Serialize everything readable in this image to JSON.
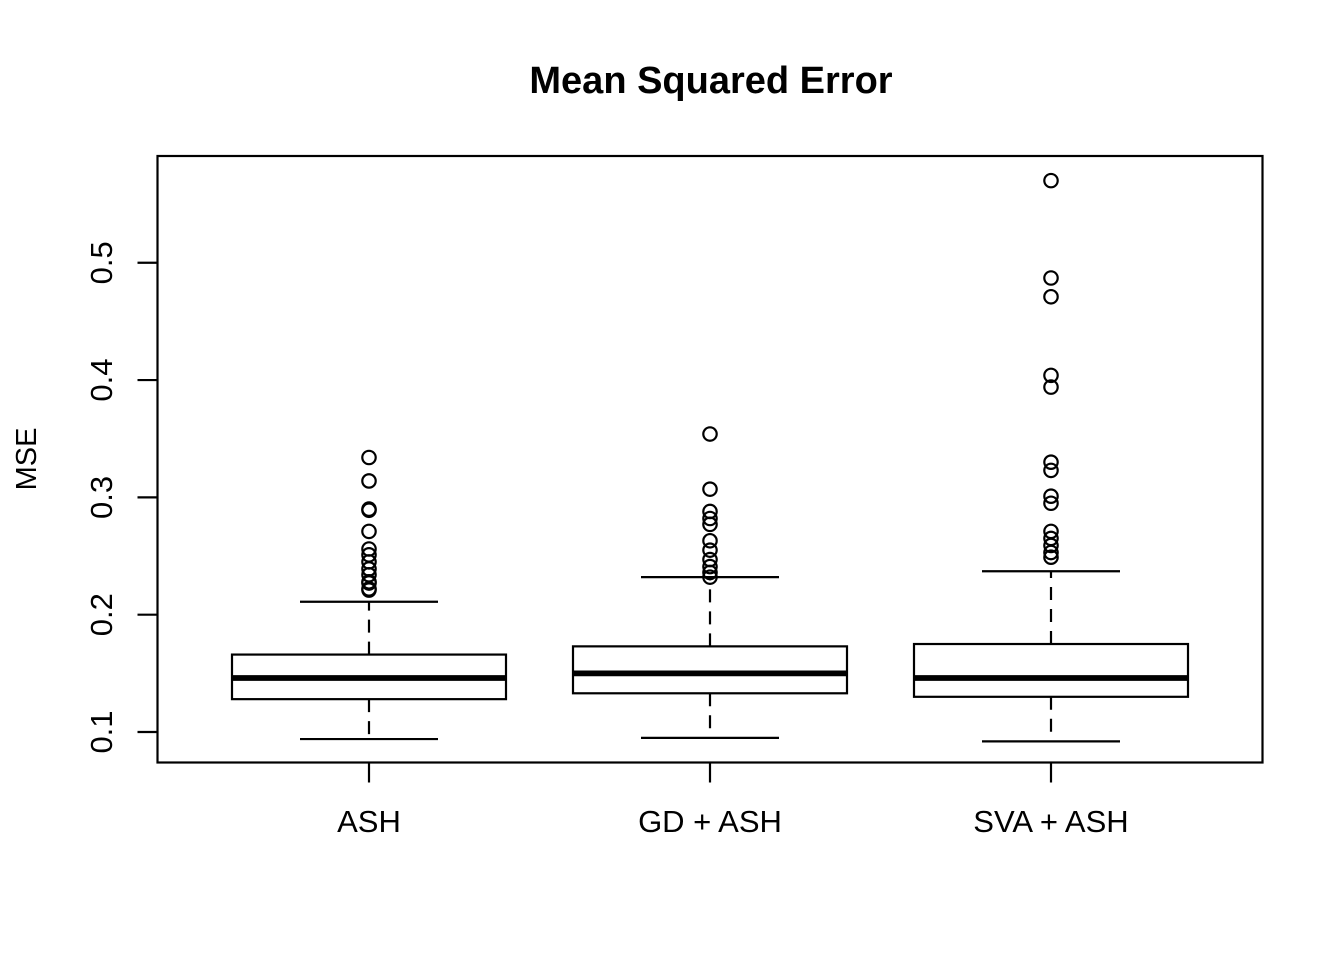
{
  "chart_data": {
    "type": "boxplot",
    "title": "Mean Squared Error",
    "ylabel": "MSE",
    "xlabel": "",
    "categories": [
      "ASH",
      "GD + ASH",
      "SVA + ASH"
    ],
    "yticks": [
      {
        "label": "0.1",
        "value": 0.1
      },
      {
        "label": "0.2",
        "value": 0.2
      },
      {
        "label": "0.3",
        "value": 0.3
      },
      {
        "label": "0.4",
        "value": 0.4
      },
      {
        "label": "0.5",
        "value": 0.5
      }
    ],
    "ylim": [
      0.074,
      0.591
    ],
    "grid": false,
    "legend": null,
    "colors": {
      "stroke": "#000000",
      "background": "#ffffff"
    },
    "series": [
      {
        "name": "ASH",
        "whisker_low": 0.094,
        "q1": 0.128,
        "median": 0.146,
        "q3": 0.166,
        "whisker_high": 0.211,
        "outliers": [
          0.334,
          0.314,
          0.29,
          0.289,
          0.271,
          0.256,
          0.251,
          0.245,
          0.239,
          0.234,
          0.228,
          0.227,
          0.222,
          0.221
        ]
      },
      {
        "name": "GD + ASH",
        "whisker_low": 0.095,
        "q1": 0.133,
        "median": 0.15,
        "q3": 0.173,
        "whisker_high": 0.232,
        "outliers": [
          0.354,
          0.307,
          0.288,
          0.282,
          0.277,
          0.263,
          0.255,
          0.247,
          0.241,
          0.236,
          0.232
        ]
      },
      {
        "name": "SVA + ASH",
        "whisker_low": 0.092,
        "q1": 0.13,
        "median": 0.146,
        "q3": 0.175,
        "whisker_high": 0.237,
        "outliers": [
          0.57,
          0.487,
          0.471,
          0.404,
          0.394,
          0.33,
          0.323,
          0.301,
          0.295,
          0.271,
          0.265,
          0.259,
          0.253,
          0.249
        ]
      }
    ]
  }
}
